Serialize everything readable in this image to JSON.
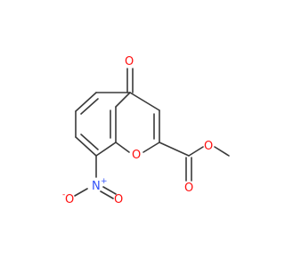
{
  "molecule": {
    "atoms": {
      "carbonyl_o": "O",
      "ring_o": "O",
      "ester_o_double": "O",
      "ester_o_single": "O",
      "nitro_n": "N",
      "nitro_o_minus": "O",
      "nitro_o_double": "O"
    },
    "charges": {
      "nitro_n": "+",
      "nitro_o_minus": "-"
    },
    "colors": {
      "bond": "#3a3a3a",
      "oxygen": "#ff0d0d",
      "nitrogen": "#3050f8"
    }
  }
}
